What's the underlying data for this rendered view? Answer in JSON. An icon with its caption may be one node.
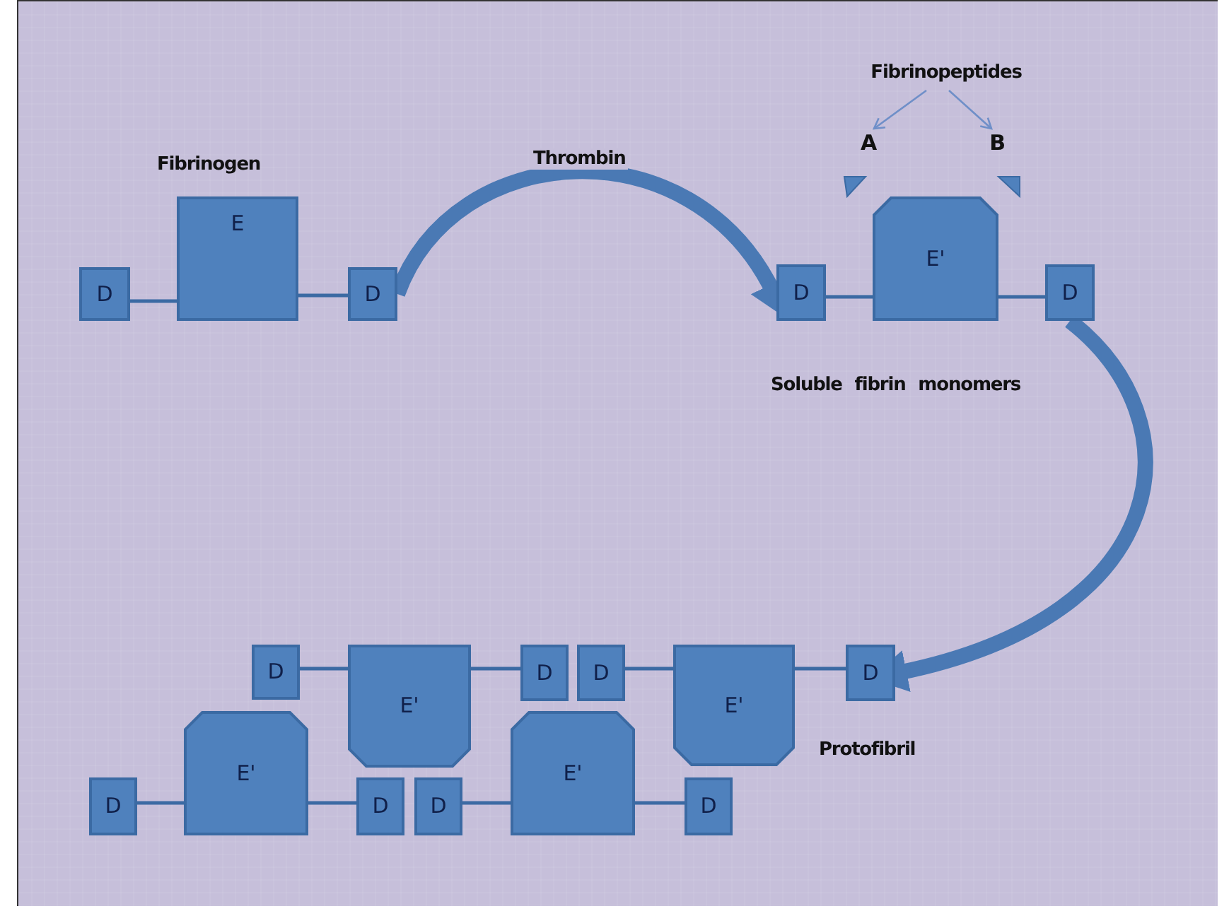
{
  "diagram": {
    "nodes": [
      {
        "text": [
          "Fibrinopeptides"
        ]
      },
      {
        "text": [
          "A"
        ]
      },
      {
        "text": [
          "B"
        ]
      },
      {
        "text": [
          "D"
        ]
      },
      {
        "text": [
          "E"
        ]
      },
      {
        "text": [
          "D"
        ]
      },
      {
        "text": [
          "D"
        ]
      },
      {
        "text": [
          "E'"
        ]
      },
      {
        "text": [
          "D"
        ]
      },
      {
        "text": [
          "D"
        ]
      },
      {
        "text": [
          "E'"
        ]
      },
      {
        "text": [
          "D"
        ]
      },
      {
        "text": [
          "D"
        ]
      },
      {
        "text": [
          "E'"
        ]
      },
      {
        "text": [
          "D"
        ]
      },
      {
        "text": [
          "D"
        ]
      },
      {
        "text": [
          "E'"
        ]
      },
      {
        "text": [
          "D"
        ]
      },
      {
        "text": [
          "D"
        ]
      },
      {
        "text": [
          "E'"
        ]
      },
      {
        "text": [
          "D"
        ]
      }
    ],
    "edges": [
      {
        "from": 0,
        "to": 1,
        "arrow": "to"
      },
      {
        "from": 0,
        "to": 2,
        "arrow": "to"
      },
      {
        "from": 3,
        "to": 4,
        "arrow": "none"
      },
      {
        "from": 4,
        "to": 5,
        "arrow": "none"
      },
      {
        "from": 5,
        "to": 6,
        "arrow": "to",
        "label": "Thrombin",
        "style": "thick"
      },
      {
        "from": 6,
        "to": 7,
        "arrow": "none"
      },
      {
        "from": 7,
        "to": 8,
        "arrow": "none"
      },
      {
        "from": 8,
        "to": 14,
        "arrow": "to",
        "style": "thick"
      },
      {
        "from": 9,
        "to": 10,
        "arrow": "none"
      },
      {
        "from": 10,
        "to": 11,
        "arrow": "none"
      },
      {
        "from": 12,
        "to": 13,
        "arrow": "none"
      },
      {
        "from": 13,
        "to": 14,
        "arrow": "none"
      },
      {
        "from": 15,
        "to": 16,
        "arrow": "none"
      },
      {
        "from": 16,
        "to": 17,
        "arrow": "none"
      },
      {
        "from": 18,
        "to": 19,
        "arrow": "none"
      },
      {
        "from": 19,
        "to": 20,
        "arrow": "none"
      }
    ],
    "labels": [
      "Fibrinogen",
      "Soluble fibrin monomers",
      "Protofibril"
    ]
  }
}
